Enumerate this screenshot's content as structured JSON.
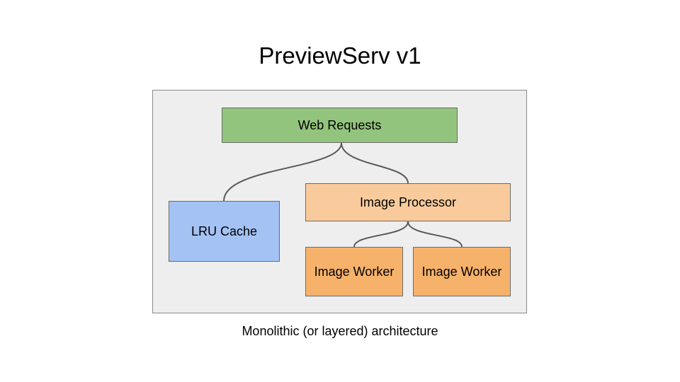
{
  "title": "PreviewServ v1",
  "caption": "Monolithic (or layered) architecture",
  "nodes": {
    "web_requests": "Web Requests",
    "lru_cache": "LRU Cache",
    "image_processor": "Image Processor",
    "image_worker_1": "Image Worker",
    "image_worker_2": "Image Worker"
  },
  "colors": {
    "web_requests": "#93c47d",
    "lru_cache": "#a4c2f4",
    "image_processor": "#f9cb9c",
    "image_worker": "#f6b26b",
    "container_bg": "#eeeeee",
    "connector": "#595959"
  }
}
